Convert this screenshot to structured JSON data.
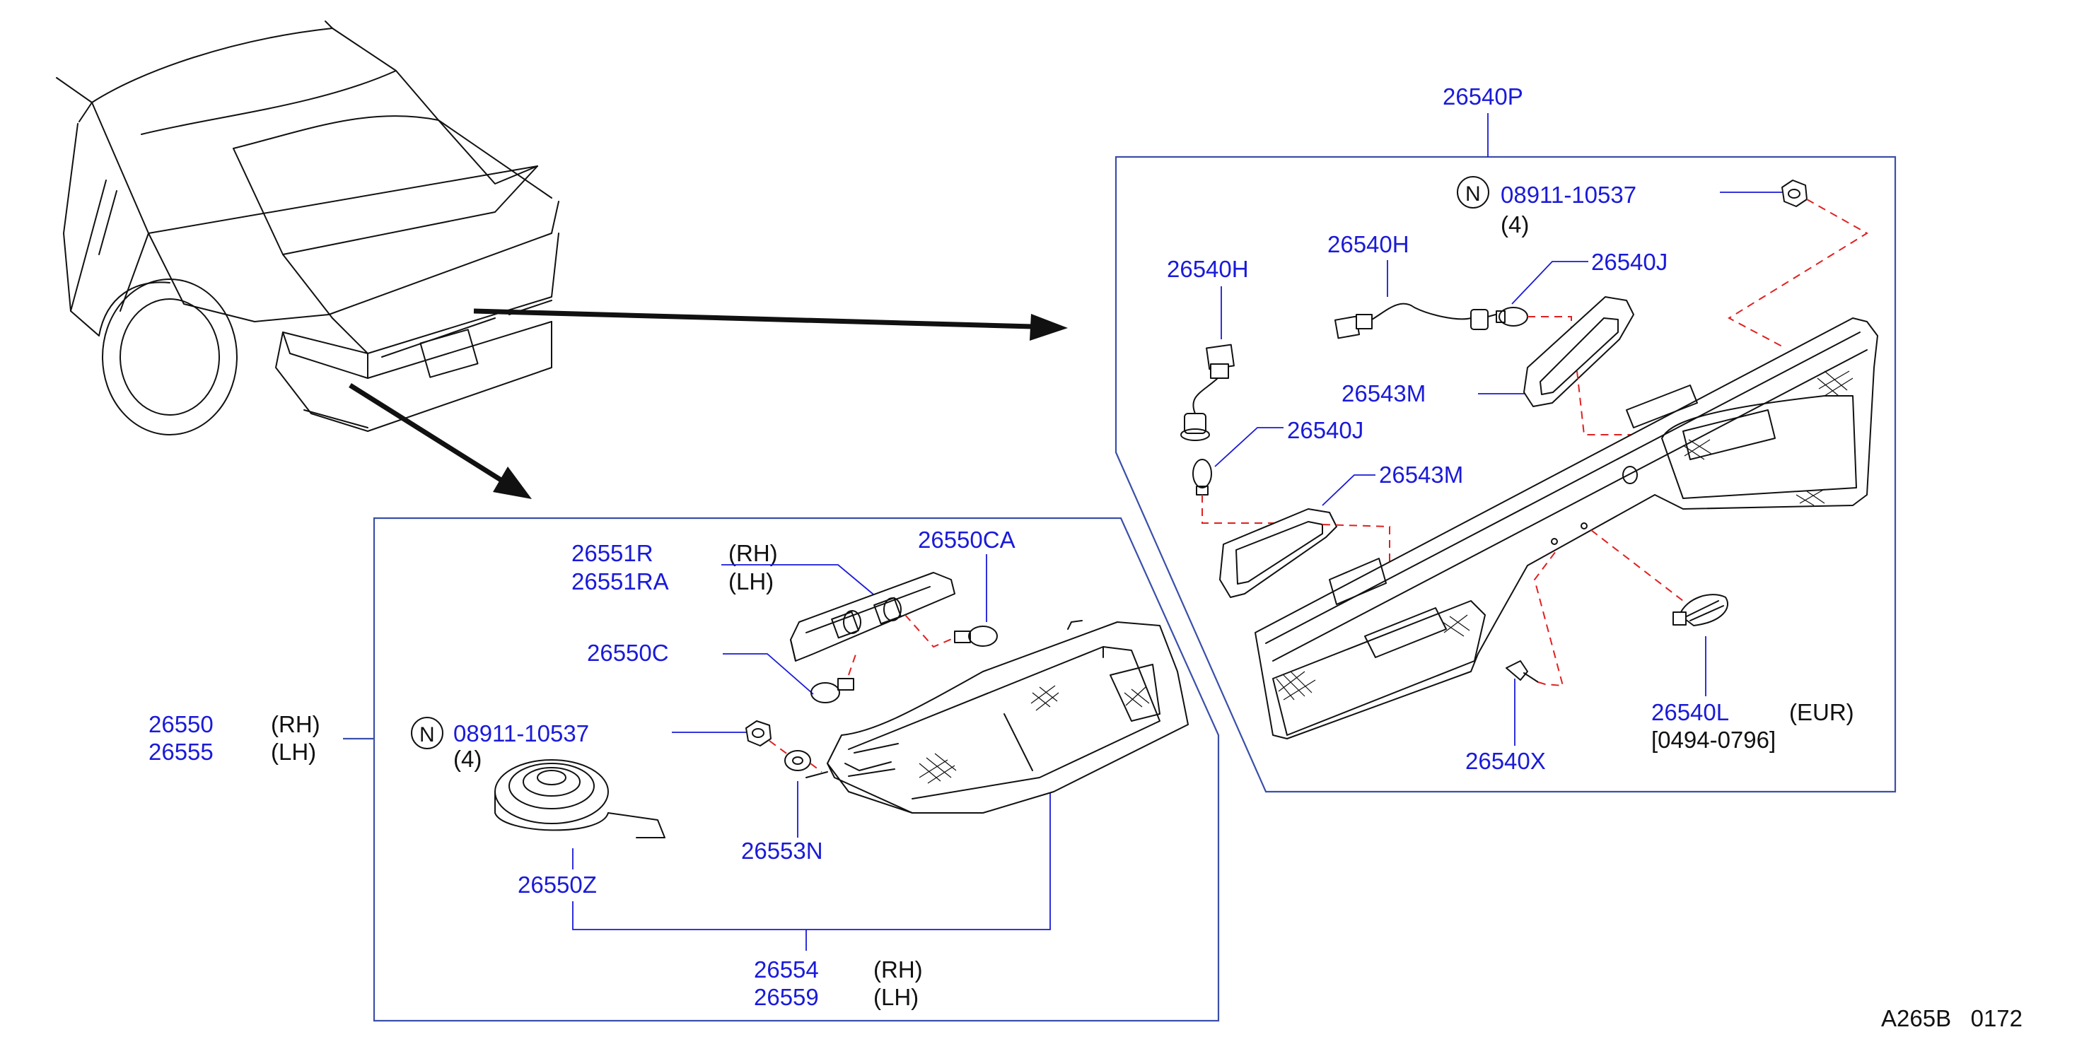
{
  "diagram_ref": "A265B   0172",
  "circle_symbol": "N",
  "colors": {
    "part_number": "#1a1ad9",
    "lines": "#111111",
    "hidden_path": "#e02020",
    "box": "#3a4fa8"
  },
  "rear_combination_lamp": {
    "group": {
      "rh": "26550",
      "rh_side": "(RH)",
      "lh": "26555",
      "lh_side": "(LH)"
    },
    "socket": {
      "rh": "26551R",
      "rh_side": "(RH)",
      "lh": "26551RA",
      "lh_side": "(LH)"
    },
    "bulb_ca": "26550CA",
    "bulb_c": "26550C",
    "nut": {
      "part": "08911-10537",
      "qty": "(4)"
    },
    "washer": "26553N",
    "seal": "26550Z",
    "body": {
      "rh": "26554",
      "rh_side": "(RH)",
      "lh": "26559",
      "lh_side": "(LH)"
    }
  },
  "finisher_lamp": {
    "assembly": "26540P",
    "nut": {
      "part": "08911-10537",
      "qty": "(4)"
    },
    "harness_left": "26540H",
    "harness_top": "26540H",
    "bulb_top": "26540J",
    "bulb_left": "26540J",
    "gasket_right": "26543M",
    "gasket_left": "26543M",
    "cap": {
      "part": "26540L",
      "note": "(EUR)",
      "dates": "[0494-0796]"
    },
    "clip": "26540X"
  }
}
